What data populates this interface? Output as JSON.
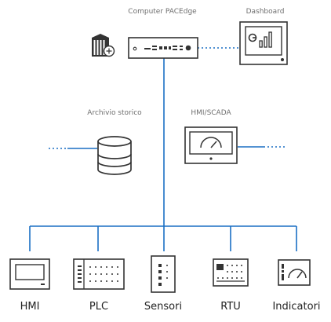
{
  "labels": {
    "computer": "Computer PACEdge",
    "dashboard": "Dashboard",
    "archive": "Archivio storico",
    "hmi_scada": "HMI/SCADA"
  },
  "devices": [
    "HMI",
    "PLC",
    "Sensori",
    "RTU",
    "Indicatori"
  ],
  "colors": {
    "line": "#1a6fc4",
    "icon": "#333333",
    "label_top": "#6f6f6f",
    "label_bottom": "#222222"
  }
}
